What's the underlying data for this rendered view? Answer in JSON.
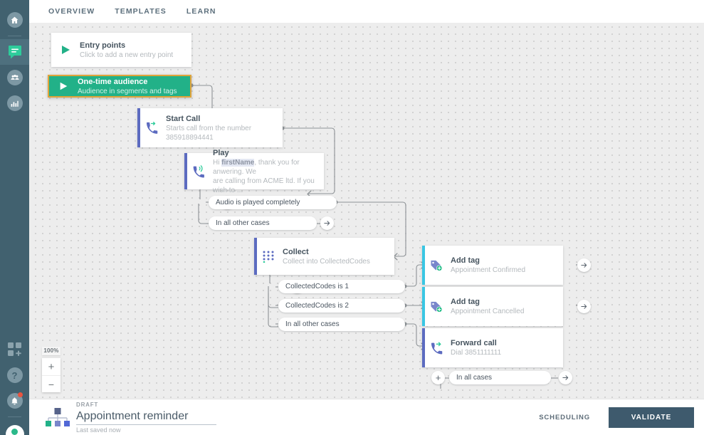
{
  "rail": {
    "items": [
      {
        "name": "home-icon",
        "label": "Home"
      },
      {
        "name": "messages-icon",
        "label": "Messages"
      },
      {
        "name": "audience-icon",
        "label": "Audience"
      },
      {
        "name": "analytics-icon",
        "label": "Analytics"
      },
      {
        "name": "apps-add-icon",
        "label": "Apps"
      },
      {
        "name": "help-icon",
        "label": "Help"
      },
      {
        "name": "notifications-icon",
        "label": "Notifications"
      },
      {
        "name": "account-avatar",
        "label": "Account"
      }
    ]
  },
  "topnav": {
    "tabs": [
      {
        "label": "OVERVIEW"
      },
      {
        "label": "TEMPLATES"
      },
      {
        "label": "LEARN"
      }
    ]
  },
  "flow": {
    "nodes": [
      {
        "id": "entry-points",
        "title": "Entry points",
        "subtitle": "Click to add a new entry point",
        "accent": "#ffffff",
        "icon": "play-triangle-icon"
      },
      {
        "id": "one-time-audience",
        "title": "One-time audience",
        "subtitle": "Audience in segments and tags",
        "accent": "#22b188",
        "border": "#e0a43a",
        "icon": "play-triangle-icon"
      },
      {
        "id": "start-call",
        "title": "Start Call",
        "subtitle": "Starts call from the number",
        "subtitle2": "385918894441",
        "accent": "#5c6bc0",
        "icon": "outgoing-call-icon"
      },
      {
        "id": "play",
        "title": "Play",
        "subtitle_pre": "Hi ",
        "subtitle_var": "firstName",
        "subtitle_post": ", thank you for anwering. We",
        "subtitle_line2": "are calling from ACME ltd. If you wish to ...",
        "accent": "#5c6bc0",
        "icon": "play-audio-call-icon"
      },
      {
        "id": "collect",
        "title": "Collect",
        "subtitle": "Collect into CollectedCodes",
        "accent": "#5c6bc0",
        "icon": "keypad-icon"
      },
      {
        "id": "add-tag-confirmed",
        "title": "Add tag",
        "subtitle": "Appointment Confirmed",
        "accent": "#3ac6e3",
        "icon": "add-tag-icon"
      },
      {
        "id": "add-tag-cancelled",
        "title": "Add tag",
        "subtitle": "Appointment Cancelled",
        "accent": "#3ac6e3",
        "icon": "add-tag-icon"
      },
      {
        "id": "forward-call",
        "title": "Forward call",
        "subtitle": "Dial 3851111111",
        "accent": "#5c6bc0",
        "icon": "forward-call-icon"
      }
    ],
    "branches": [
      {
        "id": "play-branch-1",
        "label": "Audio is played completely"
      },
      {
        "id": "play-branch-2",
        "label": "In all other cases"
      },
      {
        "id": "collect-branch-1",
        "label": "CollectedCodes is 1"
      },
      {
        "id": "collect-branch-2",
        "label": "CollectedCodes is 2"
      },
      {
        "id": "collect-branch-3",
        "label": "In all other cases"
      },
      {
        "id": "forward-branch-1",
        "label": "In all cases"
      }
    ],
    "plus_label": "+",
    "arrow_label": "→"
  },
  "zoom": {
    "level": "100%",
    "zoom_in": "+",
    "zoom_out": "−"
  },
  "bottombar": {
    "status": "DRAFT",
    "title": "Appointment reminder",
    "saved": "Last saved now",
    "scheduling_label": "SCHEDULING",
    "validate_label": "VALIDATE"
  },
  "colors": {
    "rail_bg": "#41616f",
    "canvas_bg": "#ededed",
    "green": "#22b188",
    "gold": "#e0a43a",
    "indigo": "#5c6bc0",
    "cyan": "#3ac6e3",
    "validate_bg": "#3e5a6d"
  }
}
